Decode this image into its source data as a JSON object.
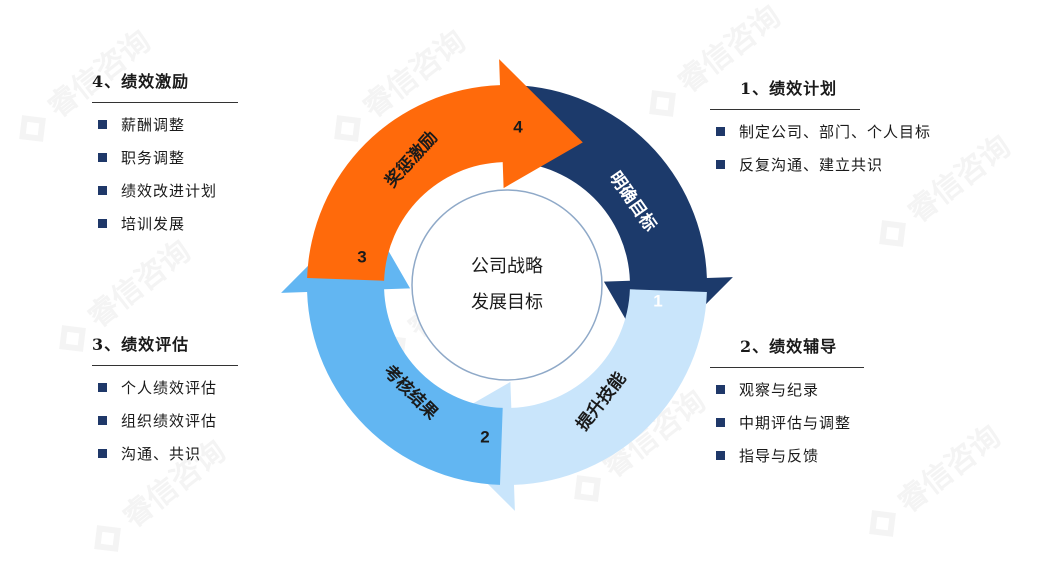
{
  "center": {
    "line1": "公司战略",
    "line2": "发展目标"
  },
  "segments": [
    {
      "label": "明确目标",
      "number": "1",
      "color": "#1c3a6b",
      "text_color": "#ffffff"
    },
    {
      "label": "提升技能",
      "number": "2",
      "color": "#c9e5fb",
      "text_color": "#1a1a1a"
    },
    {
      "label": "考核结果",
      "number": "3",
      "color": "#62b6f2",
      "text_color": "#1a1a1a"
    },
    {
      "label": "奖惩激励",
      "number": "4",
      "color": "#ff6a0b",
      "text_color": "#1a1a1a"
    }
  ],
  "blocks": {
    "plan": {
      "title": "1、绩效计划",
      "items": [
        "制定公司、部门、个人目标",
        "反复沟通、建立共识"
      ]
    },
    "coach": {
      "title": "2、绩效辅导",
      "items": [
        "观察与纪录",
        "中期评估与调整",
        "指导与反馈"
      ]
    },
    "assess": {
      "title": "3、绩效评估",
      "items": [
        "个人绩效评估",
        "组织绩效评估",
        "沟通、共识"
      ]
    },
    "reward": {
      "title": "4、绩效激励",
      "items": [
        "薪酬调整",
        "职务调整",
        "绩效改进计划",
        "培训发展"
      ]
    }
  },
  "colors": {
    "bullet": "#1f3869",
    "ring": "#8fa9c8"
  },
  "watermark": "睿信咨询"
}
